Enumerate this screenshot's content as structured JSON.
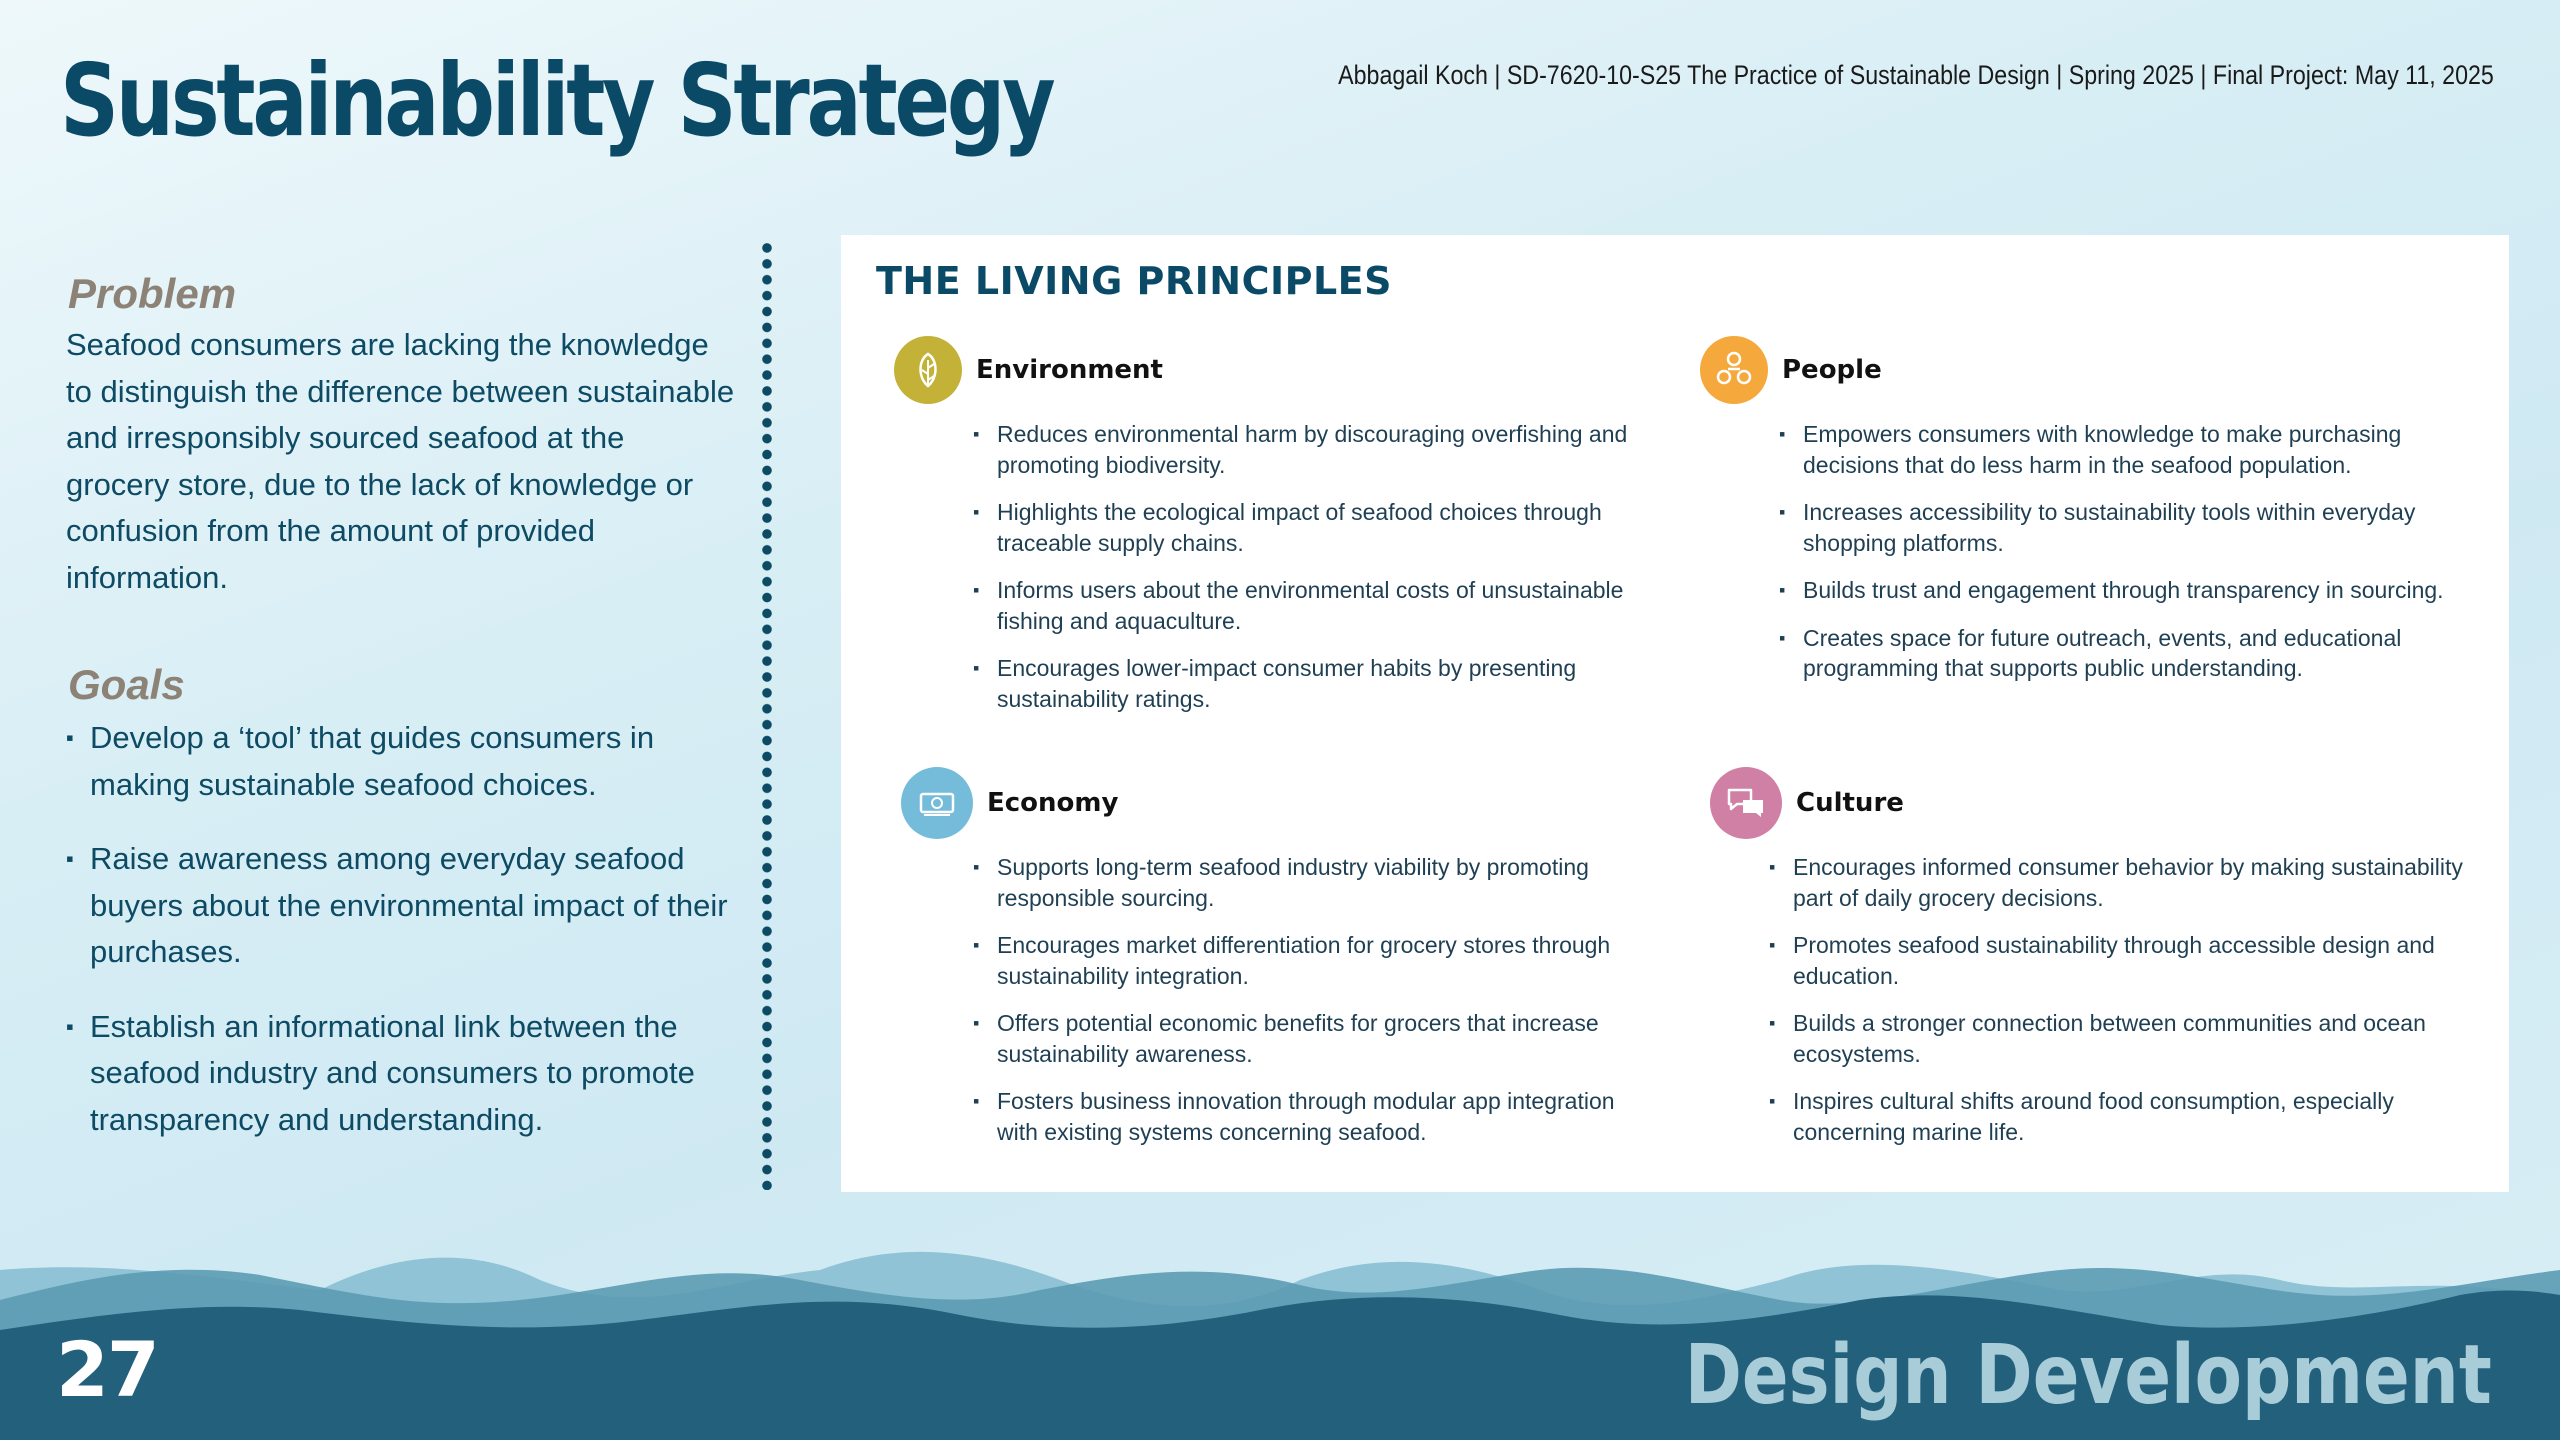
{
  "header": {
    "title": "Sustainability Strategy",
    "meta": "Abbagail Koch | SD-7620-10-S25 The Practice of Sustainable Design  | Spring 2025 |  Final Project: May 11, 2025"
  },
  "problem": {
    "heading": "Problem",
    "text": "Seafood consumers are lacking the knowledge to distinguish the difference between sustainable and irresponsibly sourced seafood at the grocery store, due to the lack of knowledge or confusion from the amount of provided information."
  },
  "goals": {
    "heading": "Goals",
    "items": [
      "Develop a ‘tool’ that guides consumers in making sustainable seafood choices.",
      "Raise awareness among everyday seafood buyers about the environmental impact of their purchases.",
      "Establish an informational link between the seafood industry and consumers to promote transparency and understanding."
    ]
  },
  "principles": {
    "title": "THE LIVING PRINCIPLES",
    "environment": {
      "name": "Environment",
      "icon": "leaf-icon",
      "color": "#c4b238",
      "items": [
        "Reduces environmental harm by discouraging overfishing and promoting biodiversity.",
        "Highlights the ecological impact of seafood choices through traceable supply chains.",
        "Informs users about the environmental costs of unsustainable fishing and aquaculture.",
        "Encourages lower-impact consumer habits by presenting sustainability ratings."
      ]
    },
    "people": {
      "name": "People",
      "icon": "people-icon",
      "color": "#f5a93c",
      "items": [
        "Empowers consumers with knowledge to make purchasing decisions that do less harm in the seafood population.",
        "Increases accessibility to sustainability tools within everyday shopping platforms.",
        "Builds trust and engagement through transparency in sourcing.",
        "Creates space for future outreach, events, and educational programming that supports public understanding."
      ]
    },
    "economy": {
      "name": "Economy",
      "icon": "money-icon",
      "color": "#74bcd9",
      "items": [
        "Supports long-term seafood industry viability by promoting responsible sourcing.",
        "Encourages market differentiation for grocery stores through sustainability integration.",
        "Offers potential economic benefits for grocers that increase sustainability awareness.",
        "Fosters business innovation through modular app integration with existing systems concerning seafood."
      ]
    },
    "culture": {
      "name": "Culture",
      "icon": "chat-bubbles-icon",
      "color": "#d07fa5",
      "items": [
        "Encourages informed consumer behavior by making sustainability part of daily grocery decisions.",
        "Promotes seafood sustainability through accessible design and education.",
        "Builds a stronger connection between communities and ocean ecosystems.",
        "Inspires cultural shifts around food consumption, especially concerning marine life."
      ]
    }
  },
  "footer": {
    "page_number": "27",
    "section_title": "Design Development"
  },
  "colors": {
    "primary": "#0b4a66",
    "accent_muted": "#8c8276",
    "wave_dark": "#22607c",
    "wave_light": "#76b3c9"
  }
}
